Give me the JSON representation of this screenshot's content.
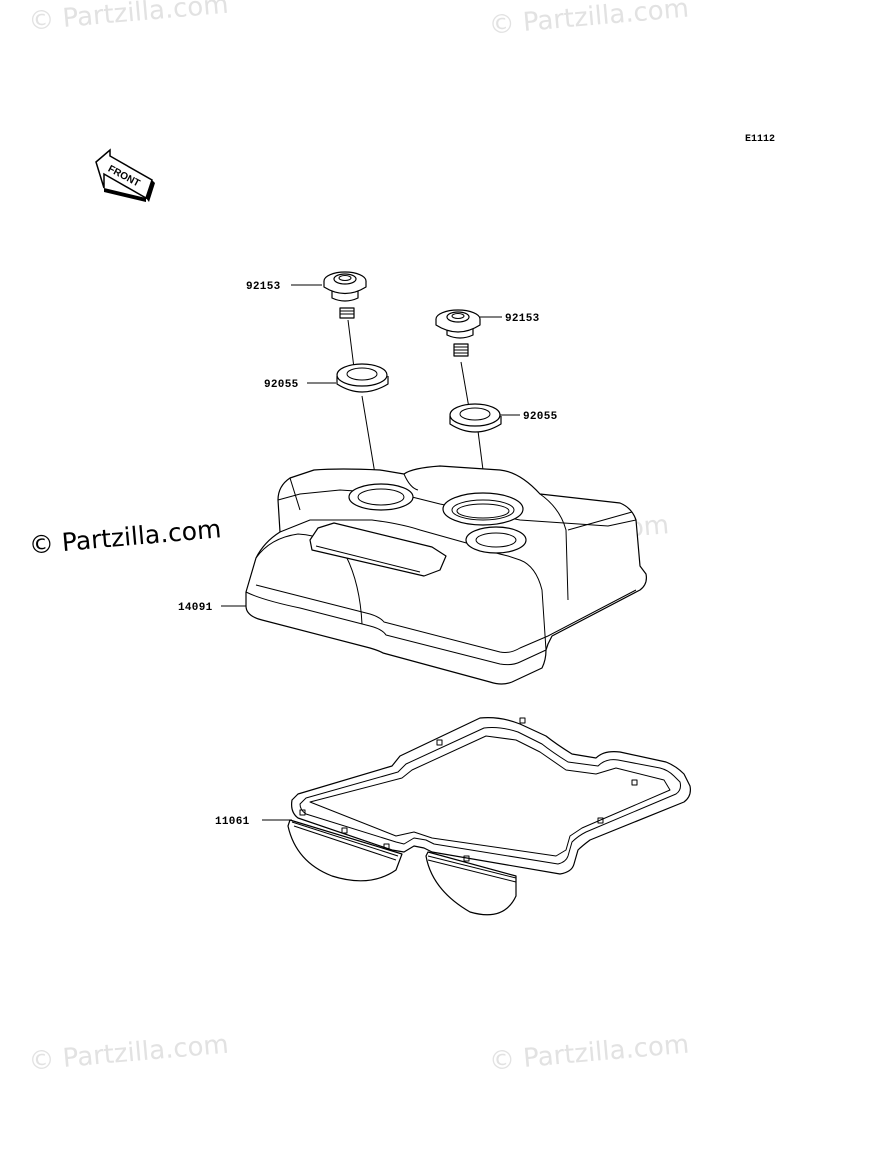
{
  "diagram": {
    "code": "E1112",
    "direction_label": "FRONT",
    "watermark": "© Partzilla.com",
    "watermark_faint": "© Partzilla.com",
    "parts": [
      {
        "number": "92153",
        "name": "bolt-left"
      },
      {
        "number": "92153",
        "name": "bolt-right"
      },
      {
        "number": "92055",
        "name": "seal-left"
      },
      {
        "number": "92055",
        "name": "seal-right"
      },
      {
        "number": "14091",
        "name": "cylinder-head-cover"
      },
      {
        "number": "11061",
        "name": "gasket"
      }
    ]
  }
}
